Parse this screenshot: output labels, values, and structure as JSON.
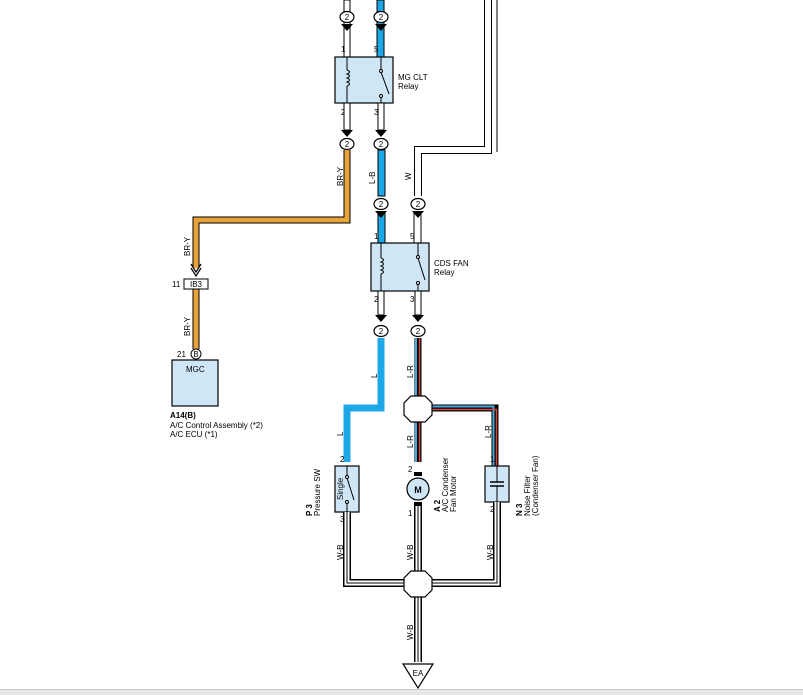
{
  "connector_pins": {
    "two": "2"
  },
  "relays": {
    "mg_clt": {
      "name": "MG CLT",
      "type": "Relay",
      "pins": {
        "coil_in": "1",
        "coil_out": "2",
        "sw_in": "5",
        "sw_out": "3"
      }
    },
    "cds_fan": {
      "name": "CDS FAN",
      "type": "Relay",
      "pins": {
        "coil_in": "1",
        "coil_out": "2",
        "sw_in": "5",
        "sw_out": "3"
      }
    }
  },
  "junction_ib3": {
    "label": "IB3",
    "pin": "11"
  },
  "mgc": {
    "label": "MGC",
    "pin": "21",
    "terminal": "B",
    "code": "A14(B)",
    "desc1": "A/C Control Assembly (*2)",
    "desc2": "A/C ECU (*1)"
  },
  "pressure_sw": {
    "code": "P 3",
    "name": "Pressure SW",
    "inner": "Single",
    "pin_top": "2",
    "pin_bottom": "3"
  },
  "fan_motor": {
    "code": "A 2",
    "name1": "A/C Condenser",
    "name2": "Fan Motor",
    "symbol": "M",
    "pin_top": "2",
    "pin_bottom": "1"
  },
  "noise_filter": {
    "code": "N 3",
    "name1": "Noise Filter",
    "name2": "(Condenser Fan)",
    "pin_top": "1",
    "pin_bottom": "2"
  },
  "wires": {
    "br_y": "BR-Y",
    "l_b": "L-B",
    "w": "W",
    "l": "L",
    "l_r": "L-R",
    "w_b": "W-B"
  },
  "ground": {
    "label": "EA"
  },
  "colors": {
    "br_y_wire": "#e8a33a",
    "l_wire": "#1ea7e6",
    "l_b_wire": "#1ea7e6",
    "l_r_blue": "#4aa8e0",
    "l_r_red": "#d9443a",
    "component_fill": "#cfe6f7",
    "line": "#000000"
  }
}
